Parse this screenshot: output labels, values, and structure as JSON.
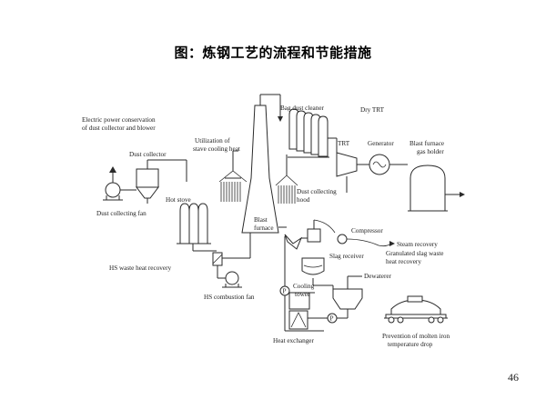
{
  "title": "图：炼钢工艺的流程和节能措施",
  "page_number": "46",
  "labels": {
    "electric_power_l1": "Electric power conservation",
    "electric_power_l2": "of dust collector and blower",
    "dust_collector": "Dust collector",
    "dust_collecting_fan": "Dust collecting fan",
    "utilization_l1": "Utilization of",
    "utilization_l2": "stave cooling heat",
    "bag_dust_cleaner": "Bag dust cleaner",
    "dry_trt": "Dry TRT",
    "trt": "TRT",
    "generator": "Generator",
    "gas_holder_l1": "Blast furnace",
    "gas_holder_l2": "gas holder",
    "hot_stove": "Hot stove",
    "dust_hood_l1": "Dust collecting",
    "dust_hood_l2": "hood",
    "blast_furnace_l1": "Blast",
    "blast_furnace_l2": "furnace",
    "compressor": "Compressor",
    "steam_recovery": "Steam recovery",
    "granulated_l1": "Granulated slag waste",
    "granulated_l2": "heat recovery",
    "slag_receiver": "Slag receiver",
    "dewaterer": "Dewaterer",
    "hs_waste": "HS waste heat recovery",
    "cooling_l1": "Cooling",
    "cooling_l2": "tower",
    "hs_fan": "HS combustion fan",
    "heat_exchanger": "Heat exchanger",
    "molten_l1": "Prevention of molten iron",
    "molten_l2": "temperature drop",
    "pump_p": "P"
  }
}
